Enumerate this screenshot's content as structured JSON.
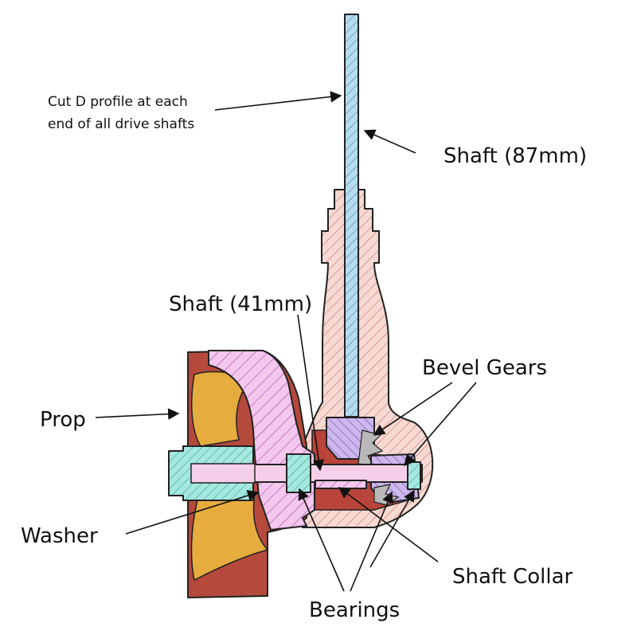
{
  "labels": {
    "cut_note_line1": "Cut D profile at each",
    "cut_note_line2": "end of all drive shafts",
    "shaft_87": "Shaft (87mm)",
    "shaft_41": "Shaft (41mm)",
    "bevel_gears": "Bevel Gears",
    "prop": "Prop",
    "washer": "Washer",
    "shaft_collar": "Shaft Collar",
    "bearings": "Bearings"
  },
  "colors": {
    "housing": "#f6d9d2",
    "housing_hatch": "#c46a63",
    "housing_interior": "#b8443a",
    "shaft": "#b7dcf0",
    "shaft_hatch": "#3d6f9e",
    "hub": "#f3c7ee",
    "hub_hatch": "#a44aa0",
    "prop_body": "#b54a3c",
    "prop_blade": "#e6ac3e",
    "bearing": "#a5e8e0",
    "bearing_hatch": "#2f8f86",
    "gear": "#cdb7ec",
    "gear_hatch": "#5a3c9a",
    "gear_teeth": "#b9b9b9"
  }
}
